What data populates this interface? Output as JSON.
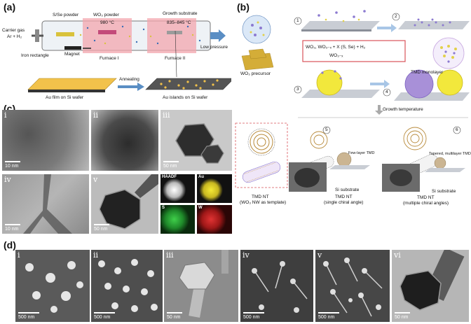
{
  "panels": {
    "a": {
      "label": "(a)",
      "texts": {
        "carrier_gas": "Carrier gas",
        "carrier_gas2": "Ar + H₂",
        "s_se_powder": "S/Se powder",
        "wo3_powder": "WO₃ powder",
        "temp1": "980 °C",
        "growth_substrate": "Growth substrate",
        "temp2": "835–845 °C",
        "iron_rectangle": "Iron rectangle",
        "magnet": "Magnet",
        "furnace1": "Furnace I",
        "furnace2": "Furnace II",
        "low_pressure": "Low pressure",
        "au_film": "Au film on Si wafer",
        "annealing": "Annealing",
        "au_islands": "Au islands on Si wafer"
      }
    },
    "b": {
      "label": "(b)",
      "texts": {
        "precursor": "WO₃ precursor",
        "reaction1": "WO₃, WO₃₋ₓ + X (S, Se) + H₂",
        "reaction2": "WO₃₋ₓ",
        "tmd_monolayer": "TMD monolayer",
        "growth_temperature": "Growth temperature",
        "few_layer": "Few-layer TMD",
        "tapered": "Tapered, multilayer TMD",
        "si_substrate": "Si substrate",
        "si_substrate2": "Si substrate",
        "nt_template": "TMD NT",
        "nt_template2": "(WO₃ NW as template)",
        "nt_single": "TMD NT",
        "nt_single2": "(single chiral angle)",
        "nt_multi": "TMD NT",
        "nt_multi2": "(multiple chiral angles)",
        "steps": [
          "1",
          "2",
          "3",
          "4",
          "5",
          "6"
        ]
      }
    },
    "c": {
      "label": "(c)",
      "images": [
        {
          "roman": "i",
          "scale": "10 nm"
        },
        {
          "roman": "ii",
          "scale": ""
        },
        {
          "roman": "iii",
          "scale": "50 nm"
        },
        {
          "roman": "iv",
          "scale": "10 nm"
        },
        {
          "roman": "v",
          "scale": "50 nm"
        }
      ],
      "maps": [
        "HAADF",
        "Au",
        "S",
        "W"
      ]
    },
    "d": {
      "label": "(d)",
      "images": [
        {
          "roman": "i",
          "scale": "500 nm"
        },
        {
          "roman": "ii",
          "scale": "500 nm"
        },
        {
          "roman": "iii",
          "scale": "50 nm"
        },
        {
          "roman": "iv",
          "scale": "500 nm"
        },
        {
          "roman": "v",
          "scale": "500 nm"
        },
        {
          "roman": "vi",
          "scale": "50 nm"
        }
      ]
    }
  }
}
